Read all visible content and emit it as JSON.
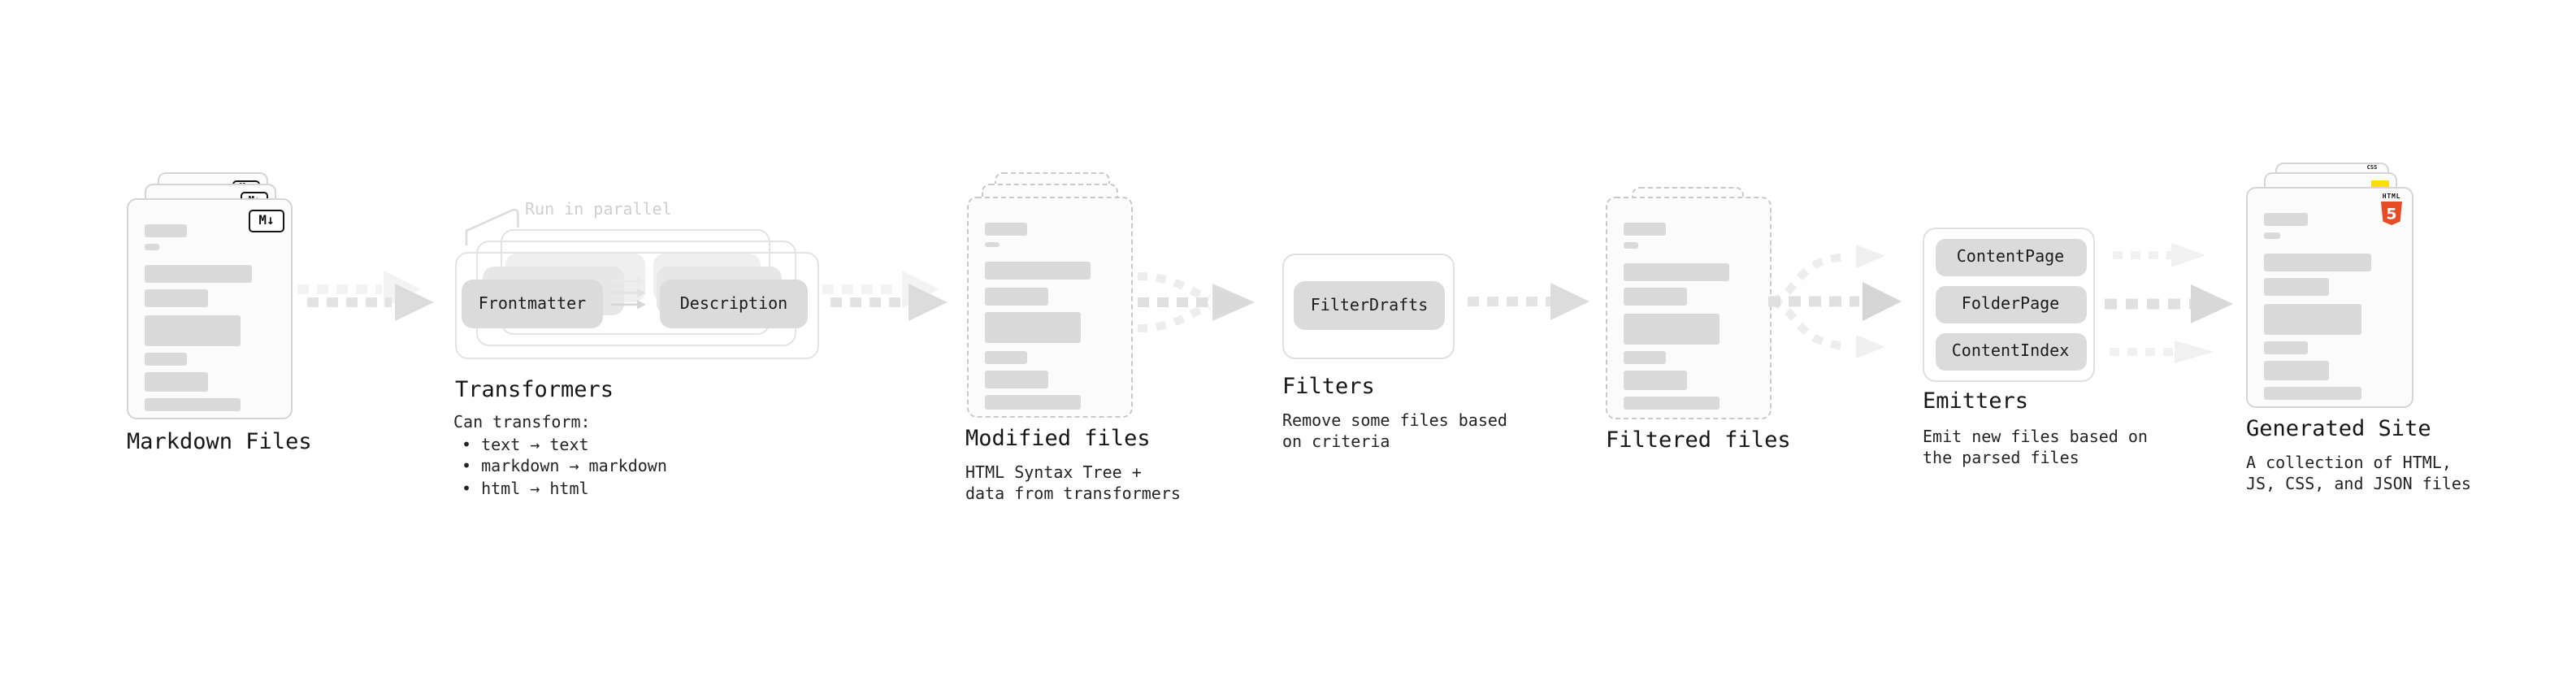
{
  "stages": {
    "markdown": {
      "title": "Markdown Files",
      "badge": "M↓"
    },
    "transformers": {
      "title": "Transformers",
      "annotation": "Run in parallel",
      "desc_title": "Can transform:",
      "bullets": [
        "• text → text",
        "• markdown → markdown",
        "• html → html"
      ],
      "buttons": [
        "Frontmatter",
        "Description"
      ]
    },
    "modified": {
      "title": "Modified files",
      "desc": [
        "HTML Syntax Tree +",
        "data from transformers"
      ]
    },
    "filters": {
      "title": "Filters",
      "desc": [
        "Remove some files based",
        "on criteria"
      ],
      "buttons": [
        "FilterDrafts"
      ]
    },
    "filtered": {
      "title": "Filtered files"
    },
    "emitters": {
      "title": "Emitters",
      "desc": [
        "Emit new files based on",
        "the parsed files"
      ],
      "buttons": [
        "ContentPage",
        "FolderPage",
        "ContentIndex"
      ]
    },
    "generated": {
      "title": "Generated Site",
      "desc": [
        "A collection of HTML,",
        "JS, CSS, and JSON files"
      ],
      "badges": {
        "css_label": "CSS",
        "html_label": "HTML",
        "html_number": "5"
      }
    }
  },
  "colors": {
    "html5_orange": "#e44d26",
    "js_yellow": "#ffdf00",
    "css_blue": "#2f6df2",
    "arrow_gray": "#dcdcdc",
    "faint_gray": "#f1f1f1"
  }
}
